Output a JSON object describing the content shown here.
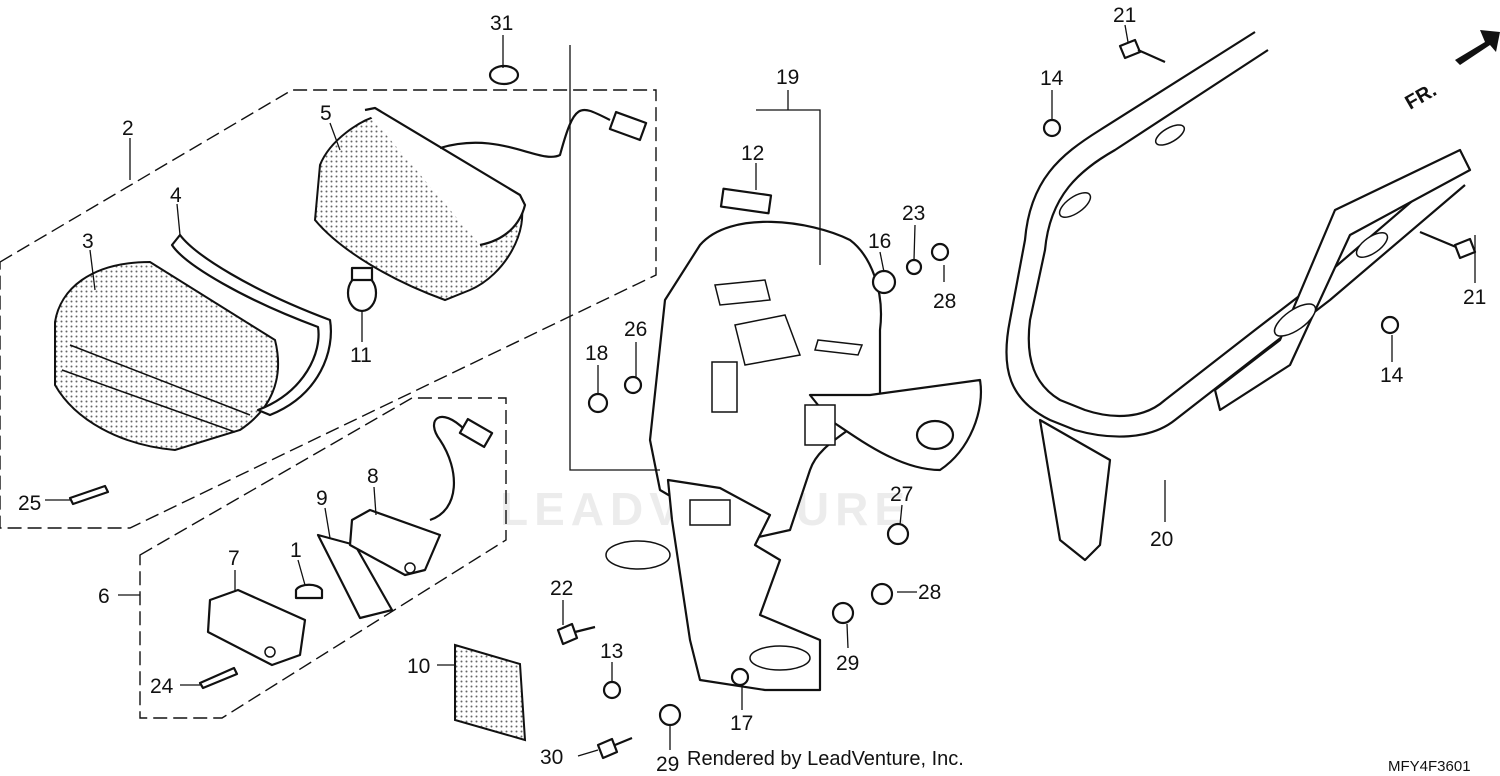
{
  "diagram": {
    "callouts": [
      {
        "id": "c31a",
        "text": "31"
      },
      {
        "id": "c2",
        "text": "2"
      },
      {
        "id": "c5",
        "text": "5"
      },
      {
        "id": "c4",
        "text": "4"
      },
      {
        "id": "c3",
        "text": "3"
      },
      {
        "id": "c11",
        "text": "11"
      },
      {
        "id": "c25",
        "text": "25"
      },
      {
        "id": "c19",
        "text": "19"
      },
      {
        "id": "c12",
        "text": "12"
      },
      {
        "id": "c14a",
        "text": "14"
      },
      {
        "id": "c21a",
        "text": "21"
      },
      {
        "id": "c16",
        "text": "16"
      },
      {
        "id": "c23",
        "text": "23"
      },
      {
        "id": "c28a",
        "text": "28"
      },
      {
        "id": "c21b",
        "text": "21"
      },
      {
        "id": "c14b",
        "text": "14"
      },
      {
        "id": "c18",
        "text": "18"
      },
      {
        "id": "c26",
        "text": "26"
      },
      {
        "id": "c9",
        "text": "9"
      },
      {
        "id": "c8",
        "text": "8"
      },
      {
        "id": "c7",
        "text": "7"
      },
      {
        "id": "c1",
        "text": "1"
      },
      {
        "id": "c6",
        "text": "6"
      },
      {
        "id": "c24",
        "text": "24"
      },
      {
        "id": "c22",
        "text": "22"
      },
      {
        "id": "c10",
        "text": "10"
      },
      {
        "id": "c13",
        "text": "13"
      },
      {
        "id": "c27",
        "text": "27"
      },
      {
        "id": "c28b",
        "text": "28"
      },
      {
        "id": "c29a",
        "text": "29"
      },
      {
        "id": "c17",
        "text": "17"
      },
      {
        "id": "c30",
        "text": "30"
      },
      {
        "id": "c29b",
        "text": "29"
      },
      {
        "id": "c20",
        "text": "20"
      }
    ],
    "front_arrow_label": "FR.",
    "footer_credit": "Rendered by LeadVenture, Inc.",
    "diagram_code": "MFY4F3601",
    "watermark": "LEADVENTURE"
  }
}
